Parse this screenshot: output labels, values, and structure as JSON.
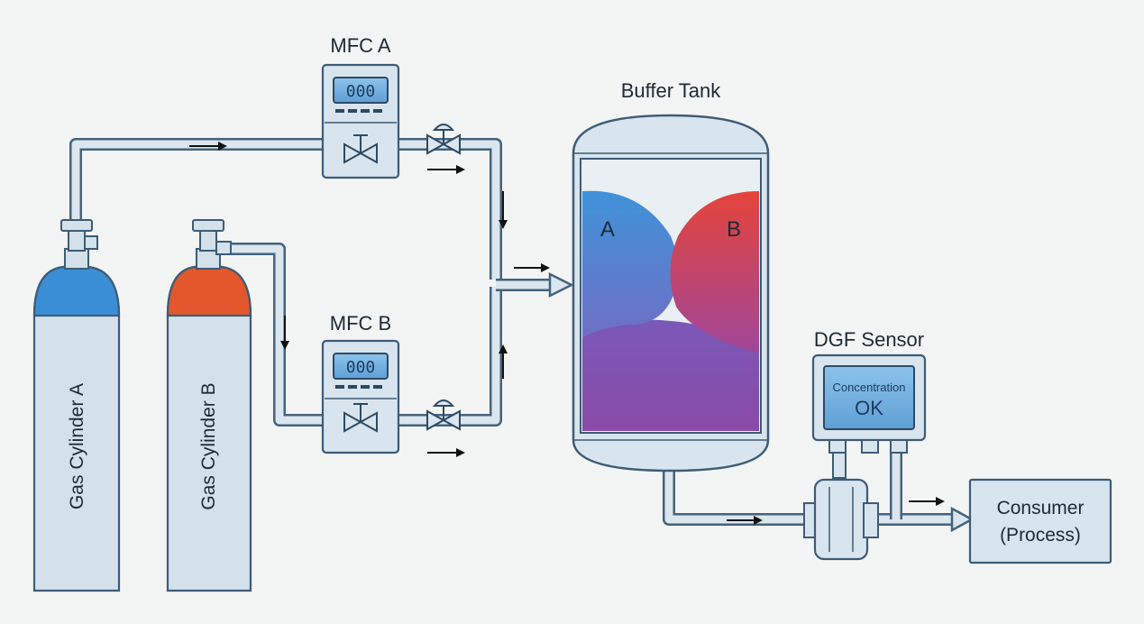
{
  "cylinders": {
    "a": {
      "label": "Gas Cylinder A",
      "cap_color": "#3a8ed6"
    },
    "b": {
      "label": "Gas Cylinder B",
      "cap_color": "#e2572b"
    }
  },
  "mfc": {
    "a": {
      "label": "MFC A",
      "display": "000"
    },
    "b": {
      "label": "MFC B",
      "display": "000"
    }
  },
  "tank": {
    "label": "Buffer Tank",
    "zone_a": "A",
    "zone_b": "B",
    "color_a": "#3f93d9",
    "color_b": "#e4443a",
    "color_mix": "#8a52ad"
  },
  "sensor": {
    "label": "DGF Sensor",
    "screen_line1": "Concentration",
    "screen_line2": "OK"
  },
  "consumer": {
    "line1": "Consumer",
    "line2": "(Process)"
  },
  "colors": {
    "pipe": "#44637e",
    "body": "#d9e5ee",
    "screen": "#78b4e3"
  }
}
